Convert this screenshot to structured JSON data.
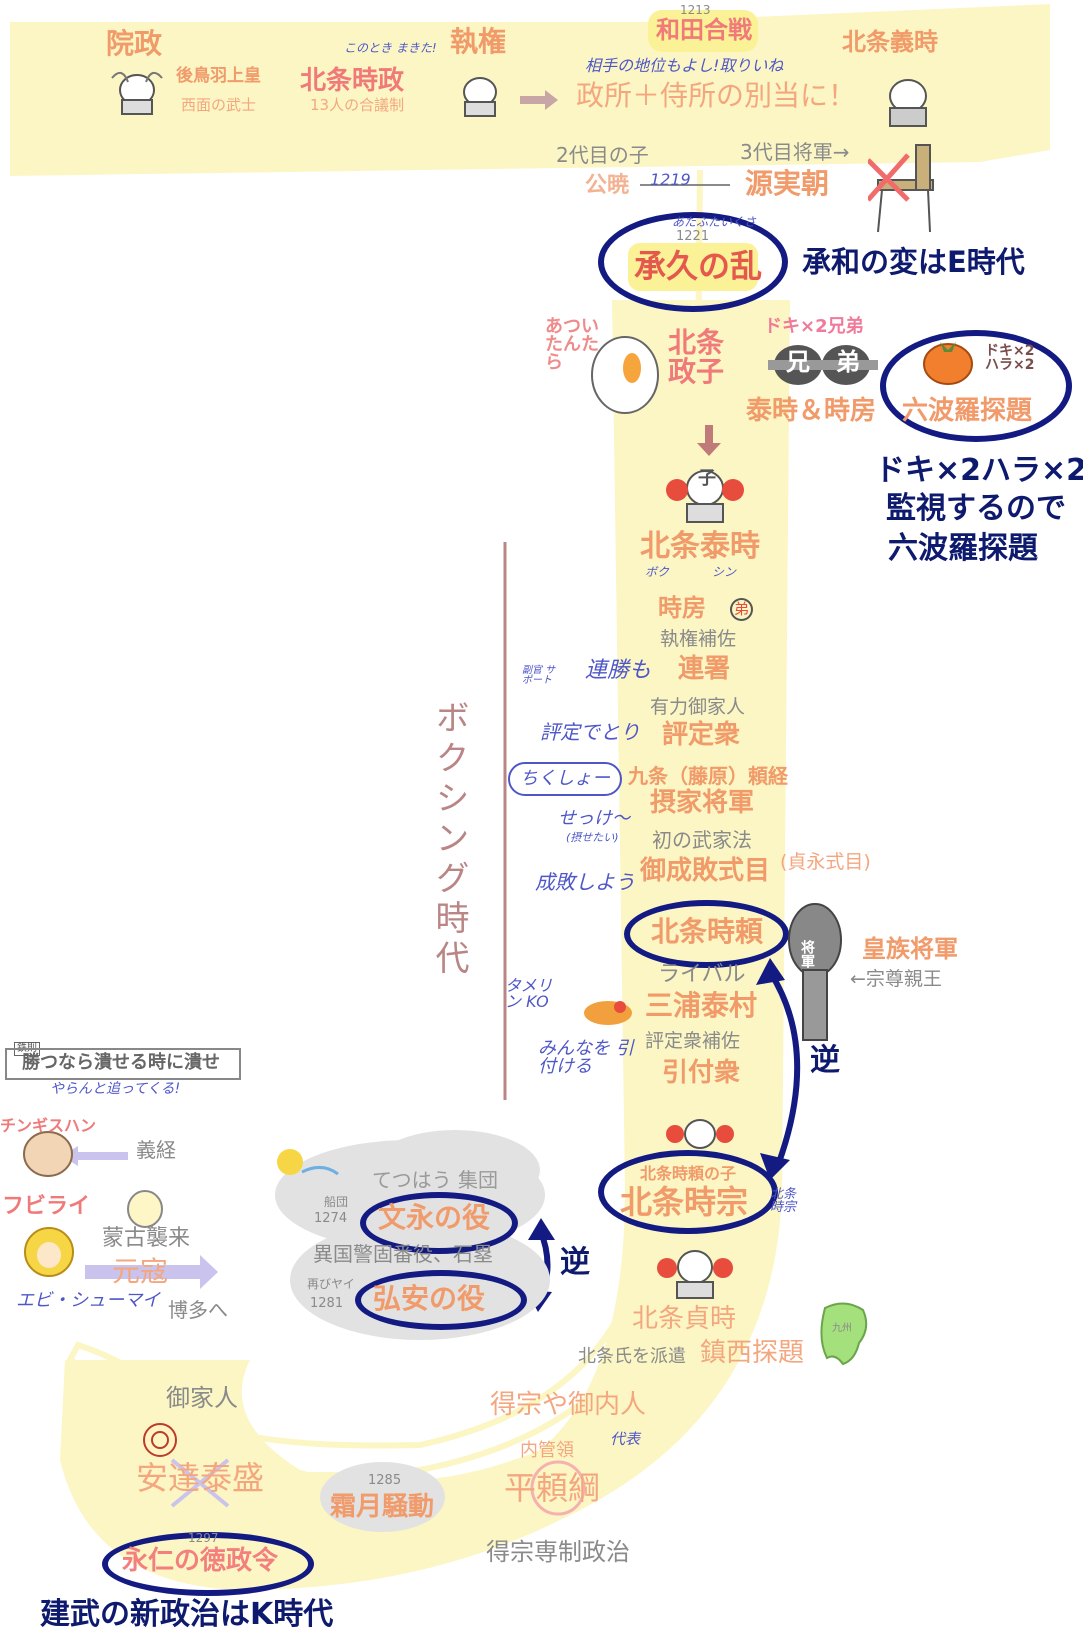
{
  "colors": {
    "highlighter": "#fbf6c4",
    "orange_text": "#f19a6a",
    "grey_text": "#8a8a8a",
    "navy": "#0d1a6e",
    "ring_blue": "#131b82",
    "handwriting_blue": "#4f57c8",
    "timeline_brown": "#b98585"
  },
  "top": {
    "insei": "院政",
    "go_toba": "後鳥羽上皇",
    "saimen": "西面の武士",
    "kono_toki": "このとき まきた!",
    "shikken": "執権",
    "hojo_tokimasa": "北条時政",
    "council": "13人の合議制",
    "year_1213": "1213",
    "wada": "和田合戦",
    "aite_note": "相手の地位もよし!取りいね",
    "mandokoro": "政所＋侍所の別当に！",
    "hojo_yoshitoki": "北条義時",
    "nidaime": "2代目の子",
    "kugyo": "公暁",
    "year_1219": "1219",
    "sanetomo_pre": "3代目将軍→",
    "sanetomo": "源実朝"
  },
  "jokyu": {
    "note": "あたふたいくさ",
    "year": "1221",
    "label": "承久の乱",
    "hint": "承和の変はE時代"
  },
  "masako_row": {
    "atsui": "あつい たんたら",
    "masako": "北条政子",
    "doki_note": "ドキ×2兄弟",
    "ani": "兄",
    "ototo": "弟",
    "brothers": "泰時＆時房",
    "doki_small": "ドキ×2 ハラ×2",
    "rokuhara": "六波羅探題",
    "mnemonic_1": "ドキ×2ハラ×2",
    "mnemonic_2": "監視するので",
    "mnemonic_3": "六波羅探題"
  },
  "yasutoki": {
    "ko": "子",
    "name": "北条泰時",
    "boku": "ボク",
    "shin": "シン",
    "tokifusa": "時房",
    "tokifusa_mark": "弟",
    "hosa": "執権補佐",
    "rensho_note": "連勝も",
    "rensho_small": "副官 サポート",
    "rensho": "連署",
    "yuryoku": "有力御家人",
    "hyojo_note": "評定でとり",
    "hyojoshu": "評定衆",
    "chikusho": "ちくしょー",
    "yoritsune": "九条（藤原）頼経",
    "sekke": "摂家将軍",
    "seke_note": "せっけ〜",
    "seke_small": "(摂せたい)",
    "bukeho": "初の武家法",
    "seibai_note": "成敗しよう",
    "shikimoku": "御成敗式目",
    "joei": "(貞永式目)",
    "boxing": "ボクシング時代"
  },
  "tokiyori": {
    "name": "北条時頼",
    "rival": "ライバル",
    "miura": "三浦泰村",
    "ko": "タメリン KO",
    "hojoshu_hosa": "評定衆補佐",
    "hikitsuke": "引付衆",
    "hikitsuke_note": "みんなを 引付ける",
    "kozoku": "皇族将軍",
    "munetaka": "←宗尊親王",
    "gyaku": "逆",
    "shogun_sign": "将軍"
  },
  "tokimune": {
    "ko_note": "北条時頼の子",
    "name": "北条時宗",
    "side_note": "北条 時宗",
    "tetsuhau": "てつはう 集団",
    "funadama": "船団",
    "year_1274": "1274",
    "bunei": "文永の役",
    "keigo": "異国警固番役、石塁",
    "futatabi": "再びヤイ",
    "year_1281": "1281",
    "koan": "弘安の役",
    "gyaku": "逆"
  },
  "sidebar": {
    "tag": "鉄則",
    "rule": "勝つなら潰せる時に潰せ",
    "rule_note": "やらんと追ってくる!",
    "genghis": "チンギスハン",
    "yoshitsune": "義経",
    "kubilai": "フビライ",
    "moko": "蒙古襲来",
    "genko": "元寇",
    "ebi": "エビ・シューマイ",
    "hakata": "博多へ"
  },
  "bottom": {
    "sadatoki": "北条貞時",
    "haken": "北条氏を派遣",
    "chinzei": "鎮西探題",
    "kyushu": "九州",
    "gokenin": "御家人",
    "yasumori": "安達泰盛",
    "year_1285": "1285",
    "shimotsuki": "霜月騒動",
    "tokuso_miuchi": "得宗や御内人",
    "naikanryo": "内管領",
    "daihyo": "代表",
    "yoritsuna": "平頼綱",
    "tokuso_sensei": "得宗専制政治",
    "year_1297": "1297",
    "tokusei": "永仁の徳政令",
    "kenmu": "建武の新政治はK時代"
  }
}
